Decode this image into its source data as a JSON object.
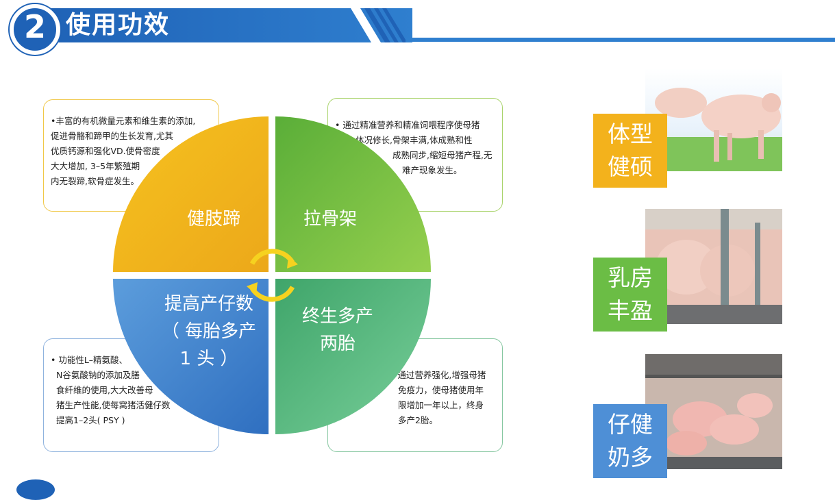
{
  "header": {
    "number": "2",
    "title": "使用功效"
  },
  "quadrants": {
    "top_left": {
      "label": "健肢蹄",
      "color": "#f3b51c"
    },
    "top_right": {
      "label": "拉骨架",
      "color": "#7cc243"
    },
    "bottom_left": {
      "lines": [
        "提高产仔数",
        "（ 每胎多产",
        "1 头 ）"
      ],
      "color": "#4d8fd3"
    },
    "bottom_right": {
      "lines": [
        "终生多产",
        "两胎"
      ],
      "color": "#55b982"
    }
  },
  "boxes": {
    "top_left": [
      "•丰富的有机微量元素和维生素的添加,",
      "促进骨骼和蹄甲的生长发育,尤其",
      "优质钙源和强化VD.使骨密度",
      "大大增加, 3–5年繁殖期",
      "内无裂蹄,软骨症发生。"
    ],
    "top_right": [
      "• 通过精准营养和精准饲喂程序使母猪",
      "体况修长,骨架丰满,体成熟和性",
      "成熟同步,缩短母猪产程,无",
      "难产现象发生。"
    ],
    "bottom_left": [
      "• 功能性L–精氨酸、",
      "N谷氨酸钠的添加及膳",
      "食纤维的使用,大大改善母",
      "猪生产性能,使每窝猪活健仔数",
      "提高1–2头( PSY )"
    ],
    "bottom_right": [
      "•通过营养强化,增强母猪",
      "免疫力，使母猪使用年",
      "限增加一年以上，终身",
      "多产2胎。"
    ]
  },
  "side_tags": [
    {
      "lines": [
        "体型",
        "健硕"
      ],
      "color": "#f3b21c"
    },
    {
      "lines": [
        "乳房",
        "丰盈"
      ],
      "color": "#6bbd45"
    },
    {
      "lines": [
        "仔健",
        "奶多"
      ],
      "color": "#4e8fd6"
    }
  ]
}
